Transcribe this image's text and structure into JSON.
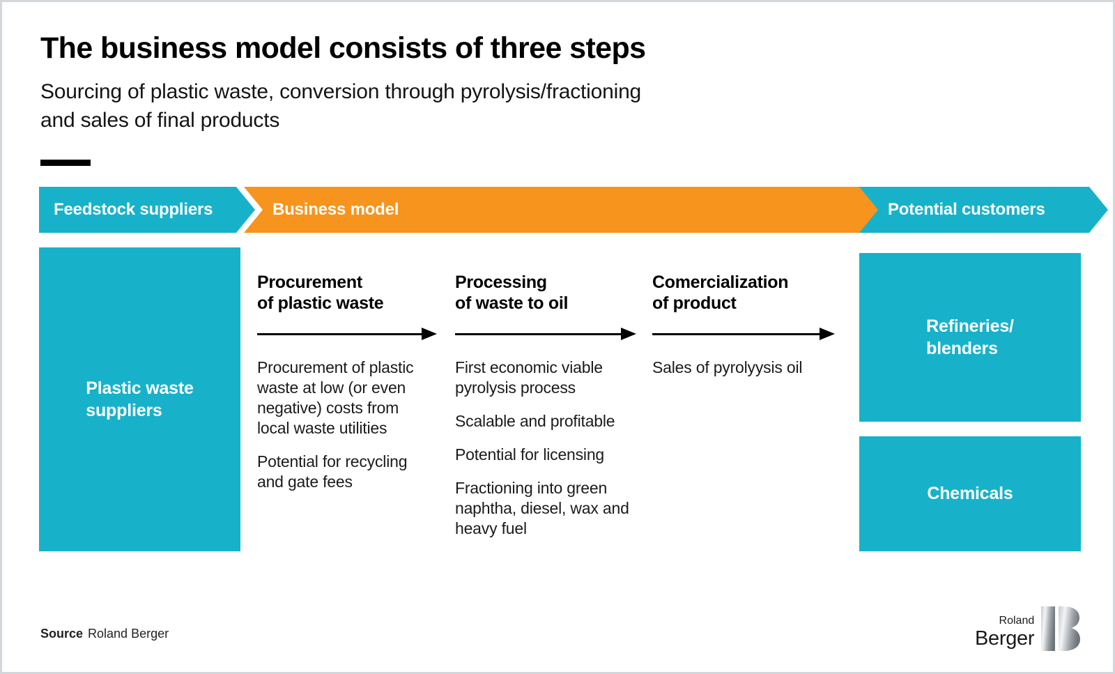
{
  "header": {
    "title": "The business model consists of three steps",
    "subtitle": "Sourcing of plastic waste, conversion through pyrolysis/fractioning\nand sales of final products"
  },
  "banners": {
    "feedstock": {
      "label": "Feedstock suppliers"
    },
    "business": {
      "label": "Business model"
    },
    "customers": {
      "label": "Potential customers"
    }
  },
  "supplier_box": {
    "label": "Plastic waste\nsuppliers"
  },
  "steps": [
    {
      "heading": "Procurement\nof plastic waste",
      "bullets": [
        "Procurement of plastic\nwaste at low (or even\nnegative) costs from\nlocal waste utilities",
        "Potential for recycling\nand gate fees"
      ]
    },
    {
      "heading": "Processing\nof waste to oil",
      "bullets": [
        "First economic viable\npyrolysis process",
        "Scalable and profitable",
        "Potential for licensing",
        "Fractioning into green\nnaphtha, diesel, wax and\nheavy fuel"
      ]
    },
    {
      "heading": "Comercialization\nof product",
      "bullets": [
        "Sales of pyrolyysis oil"
      ]
    }
  ],
  "customer_boxes": [
    {
      "label": "Refineries/\nblenders"
    },
    {
      "label": "Chemicals"
    }
  ],
  "footer": {
    "source_label": "Source",
    "source_value": "Roland Berger"
  },
  "logo": {
    "top": "Roland",
    "bottom": "Berger"
  },
  "colors": {
    "teal": "#17B2CA",
    "orange": "#F6941D",
    "text": "#1A1A1A"
  }
}
